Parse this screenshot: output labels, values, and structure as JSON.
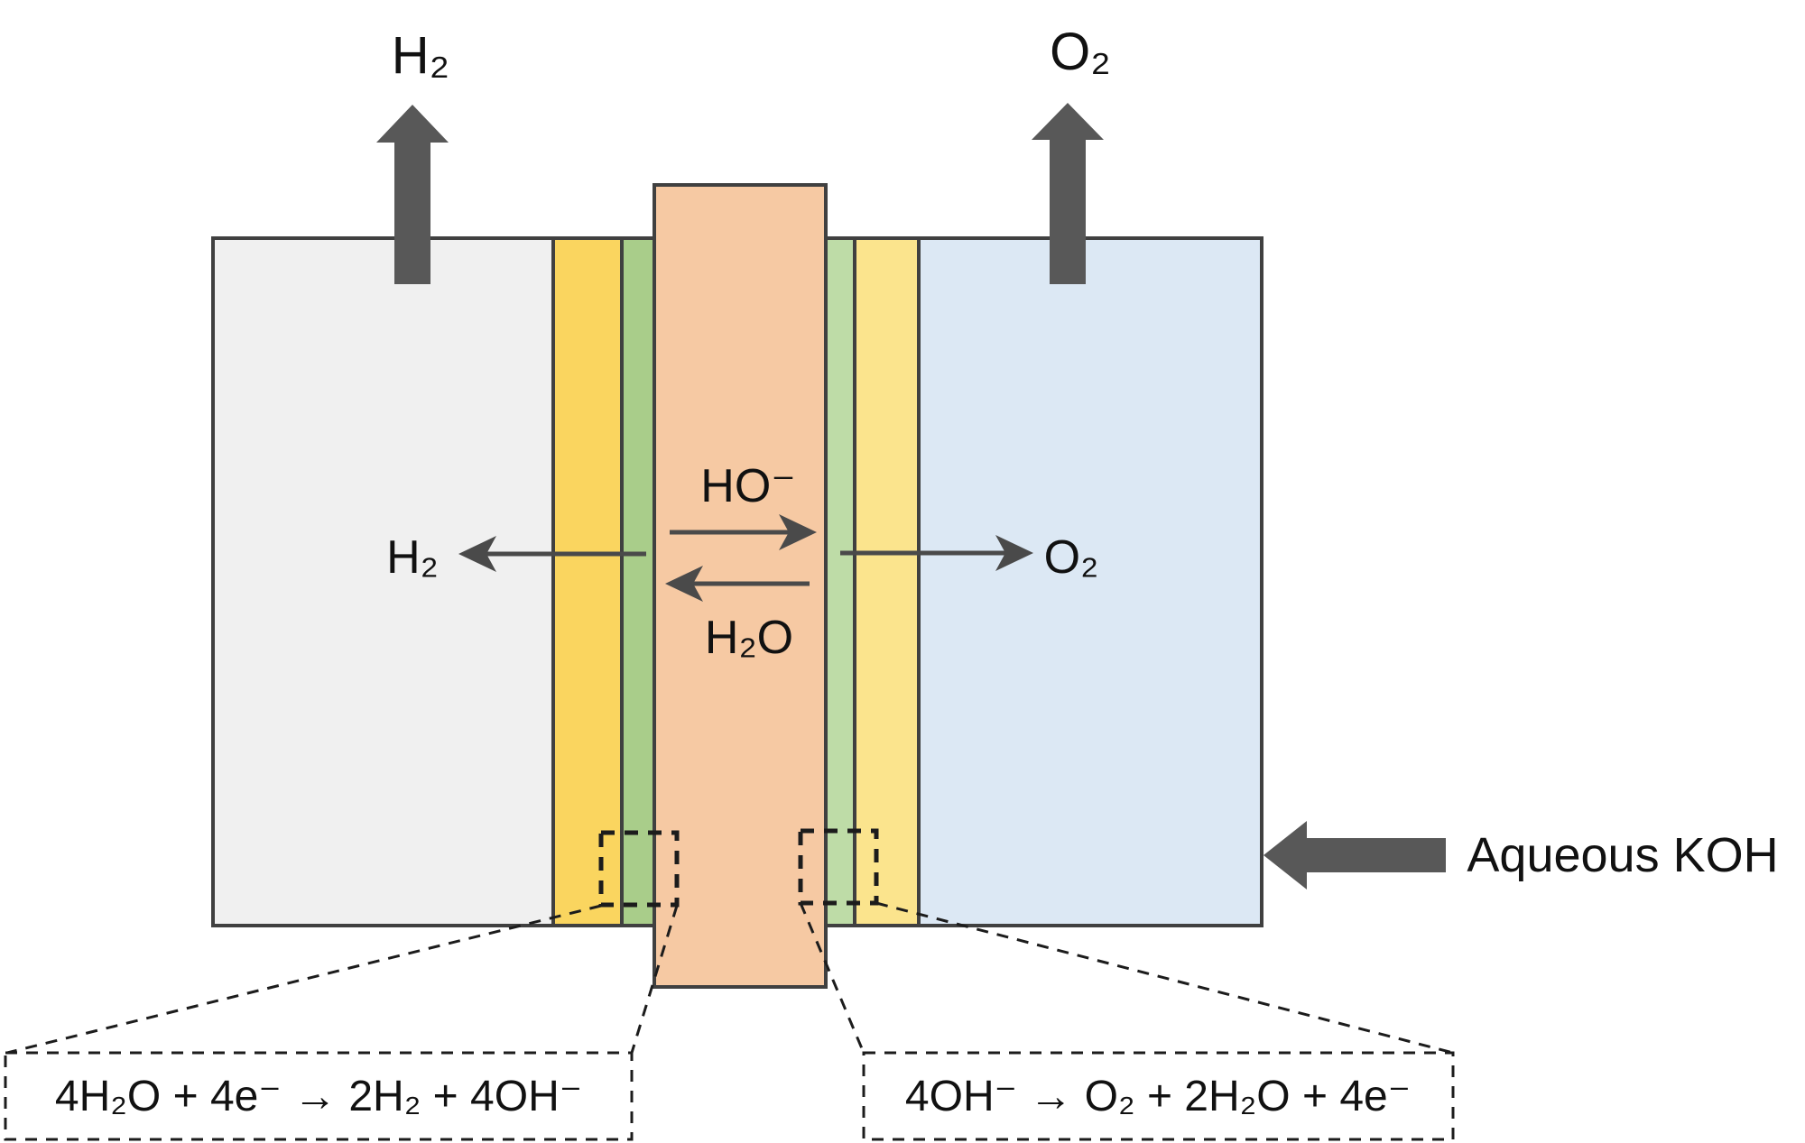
{
  "labels": {
    "h2_outlet": "H₂",
    "o2_outlet": "O₂",
    "h2_product": "H₂",
    "o2_product": "O₂",
    "hydroxide_ion": "HO⁻",
    "water": "H₂O",
    "electrolyte_feed": "Aqueous KOH",
    "cathode_reaction": "4H₂O + 4e⁻ → 2H₂ + 4OH⁻",
    "anode_reaction": "4OH⁻ → O₂ + 2H₂O + 4e⁻"
  },
  "layers": [
    {
      "name": "hydrogen-compartment",
      "color": "#F0F0F0"
    },
    {
      "name": "cathode-electrode-layer",
      "color": "#FAD55F"
    },
    {
      "name": "cathode-catalyst-layer",
      "color": "#A9CD8A"
    },
    {
      "name": "membrane",
      "color": "#F6C9A3"
    },
    {
      "name": "anode-catalyst-layer",
      "color": "#BEDCA7"
    },
    {
      "name": "anode-electrode-layer",
      "color": "#FBE48D"
    },
    {
      "name": "oxygen-compartment",
      "color": "#DCE8F4"
    }
  ],
  "colors": {
    "background": "#FFFFFF",
    "text": "#111111",
    "outline": "#404040",
    "block_arrow": "#585858",
    "thin_arrow": "#4A4A4A",
    "dashed_line": "#1C1C1C",
    "left_compartment": "#F0F0F0",
    "left_electrode": "#FAD55F",
    "left_catalyst": "#A9CD8A",
    "membrane": "#F6C9A3",
    "right_catalyst": "#BEDCA7",
    "right_electrode": "#FBE48D",
    "right_compartment": "#DCE8F4"
  }
}
